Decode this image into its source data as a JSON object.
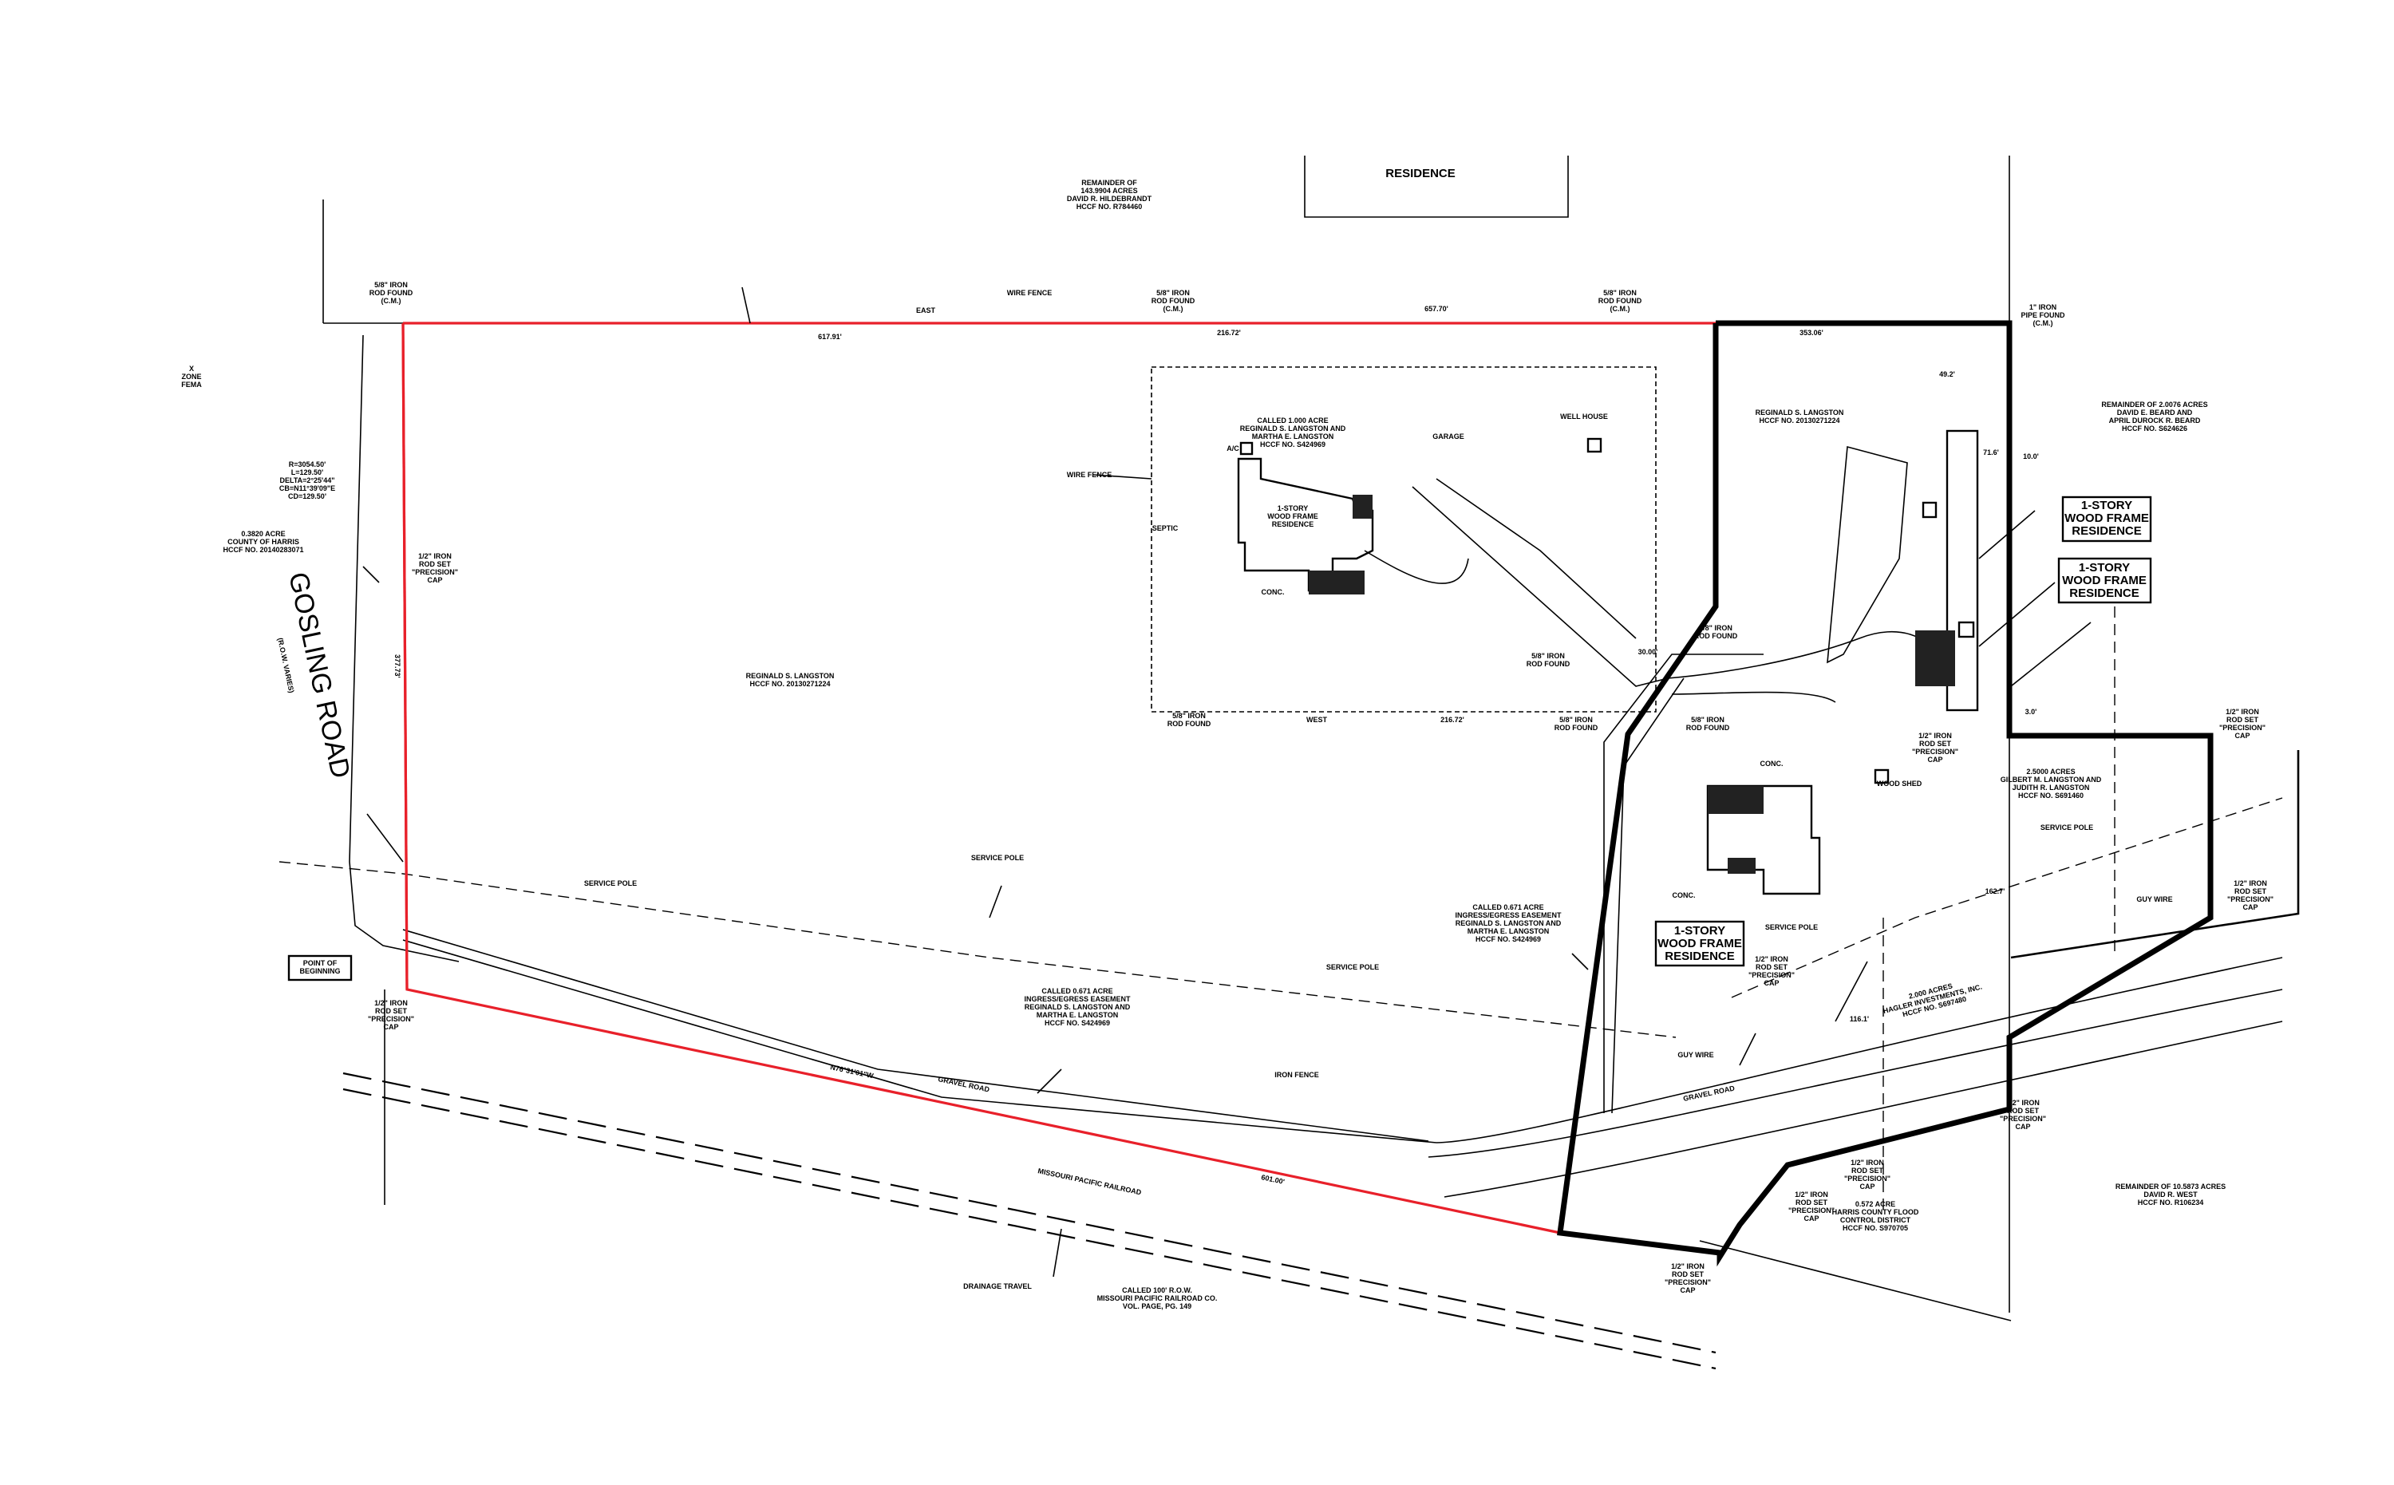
{
  "road": {
    "name": "GOSLING ROAD",
    "row": "(R.O.W. VARIES)"
  },
  "residences": [
    "1-STORY\nWOOD FRAME\nRESIDENCE",
    "1-STORY\nWOOD FRAME\nRESIDENCE",
    "1-STORY\nWOOD FRAME\nRESIDENCE"
  ],
  "adjacent_residence": "RESIDENCE",
  "point_of_beginning": "POINT OF\nBEGINNING",
  "labels": {
    "main_tract": "REGINALD S. LANGSTON\nHCCF NO. 20130271224",
    "inner_tract": "CALLED 1.000 ACRE\nREGINALD S. LANGSTON AND\nMARTHA E. LANGSTON\nHCCF NO. S424969",
    "east_tract": "REGINALD S. LANGSTON\nHCCF NO. 20130271224",
    "easement_upper": "CALLED 0.671 ACRE\nINGRESS/EGRESS EASEMENT\nREGINALD S. LANGSTON AND\nMARTHA E. LANGSTON\nHCCF NO. S424969",
    "easement_lower": "CALLED 0.671 ACRE\nINGRESS/EGRESS EASEMENT\nREGINALD S. LANGSTON AND\nMARTHA E. LANGSTON\nHCCF NO. S424969",
    "railroad": "MISSOURI PACIFIC RAILROAD",
    "railroad_row": "CALLED 100' R.O.W.\nMISSOURI PACIFIC RAILROAD CO.\nVOL. PAGE, PG. 149",
    "gravel_road_1": "GRAVEL ROAD",
    "gravel_road_2": "GRAVEL ROAD",
    "flood_control": "0.572 ACRE\nHARRIS COUNTY FLOOD\nCONTROL DISTRICT\nHCCF NO. S970705",
    "remainder_top": "REMAINDER OF\n143.9904 ACRES\nDAVID R. HILDEBRANDT\nHCCF NO. R784460",
    "remainder_right": "REMAINDER OF 2.0076 ACRES\nDAVID E. BEARD AND\nAPRIL DUROCK R. BEARD\nHCCF NO. S624626",
    "remainder_bottom": "REMAINDER OF 10.5873 ACRES\nDAVID R. WEST\nHCCF NO. R106234",
    "county_tract": "0.3820 ACRE\nCOUNTY OF HARRIS\nHCCF NO. 20140283071",
    "east_adjoiner": "2.5000 ACRES\nGILBERT M. LANGSTON AND\nJUDITH R. LANGSTON\nHCCF NO. S691460",
    "houser_tract": "2.000 ACRES\nHAGLER INVESTMENTS, INC.\nHCCF NO. S697480",
    "curve": "R=3054.50'\nL=129.50'\nDELTA=2°25'44\"\nCB=N11°39'09\"E\nCD=129.50'",
    "zone": "X\nZONE\nFEMA"
  },
  "building_labels": [
    "1-STORY\nWOOD FRAME\nRESIDENCE",
    "GARAGE",
    "CONC.",
    "WELL HOUSE",
    "WOOD SHED",
    "CONC.",
    "A/C",
    "SEPTIC",
    "CONC."
  ],
  "monuments": [
    "5/8\" IRON\nROD FOUND\n(C.M.)",
    "1/2\" IRON\nROD SET\n\"PRECISION\"\nCAP",
    "1\" IRON\nPIPE FOUND\n(C.M.)",
    "5/8\" IRON\nROD FOUND"
  ],
  "utilities": [
    "SERVICE POLE",
    "GUY WIRE",
    "WIRE FENCE",
    "IRON FENCE",
    "DRAINAGE TRAVEL"
  ],
  "dimensions": {
    "north_line": "617.91'",
    "north_line_2": "216.72'",
    "north_line_3": "657.70'",
    "north_line_4": "353.06'",
    "gosling_side": "377.73'",
    "south_line": "601.00'",
    "inner_west": "216.72'",
    "bearing_north": "EAST",
    "bearing_south": "N76°31'01\"W",
    "bearing_inner": "WEST",
    "set_back": "30.00'",
    "dim_a": "116.1'",
    "dim_b": "162.7'",
    "dim_c": "71.6'",
    "dim_d": "49.2'",
    "dim_e": "10.0'",
    "dim_f": "3.0'"
  }
}
